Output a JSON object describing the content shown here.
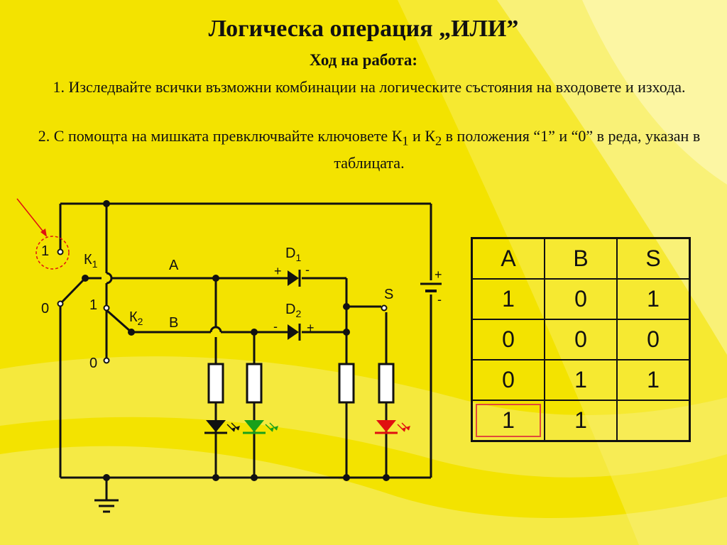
{
  "slide": {
    "title": "Логическа операция „ИЛИ”",
    "subtitle": "Ход на работа:",
    "step1": "1. Изследвайте всички възможни комбинации на логическите състояния на входовете и изхода.",
    "step2_a": "2. С помощта на мишката превключвайте ключовете К",
    "step2_sub1": "1",
    "step2_b": " и К",
    "step2_sub2": "2",
    "step2_c": " в положения “1” и “0” в реда, указан в таблицата."
  },
  "circuit": {
    "k1_label": "К",
    "k1_sub": "1",
    "k2_label": "К",
    "k2_sub": "2",
    "pos1_top": "1",
    "pos0_left": "0",
    "pos1_mid": "1",
    "pos0_bottom": "0",
    "label_a": "A",
    "label_b": "B",
    "label_s": "S",
    "d1_label": "D",
    "d1_sub": "1",
    "d2_label": "D",
    "d2_sub": "2",
    "d1_plus": "+",
    "d1_minus": "-",
    "d2_minus": "-",
    "d2_plus": "+",
    "battery_plus": "+",
    "battery_minus": "-",
    "colors": {
      "led_a": "#111111",
      "led_b": "#1aa01a",
      "led_s": "#e01010",
      "pointer": "#e01010"
    }
  },
  "truth_table": {
    "headers": [
      "A",
      "B",
      "S"
    ],
    "rows": [
      [
        "1",
        "0",
        "1"
      ],
      [
        "0",
        "0",
        "0"
      ],
      [
        "0",
        "1",
        "1"
      ],
      [
        "1",
        "1",
        ""
      ]
    ]
  }
}
